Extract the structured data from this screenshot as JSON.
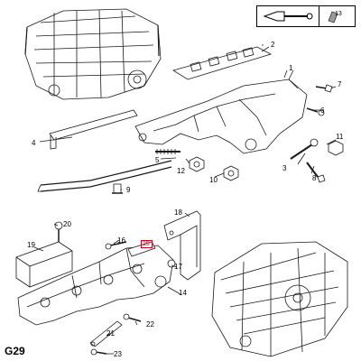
{
  "page_code": "G29",
  "legend": {
    "ref_number": "13"
  },
  "highlighted_callout": "15",
  "callouts": [
    "1",
    "2",
    "3",
    "4",
    "5",
    "6",
    "7",
    "8",
    "9",
    "10",
    "11",
    "12",
    "14",
    "16",
    "17",
    "18",
    "19",
    "20",
    "21",
    "22",
    "23"
  ],
  "colors": {
    "line": "#1a1a1a",
    "highlight": "#d0021b",
    "fill": "#ffffff",
    "shade": "#9a9a9a"
  }
}
